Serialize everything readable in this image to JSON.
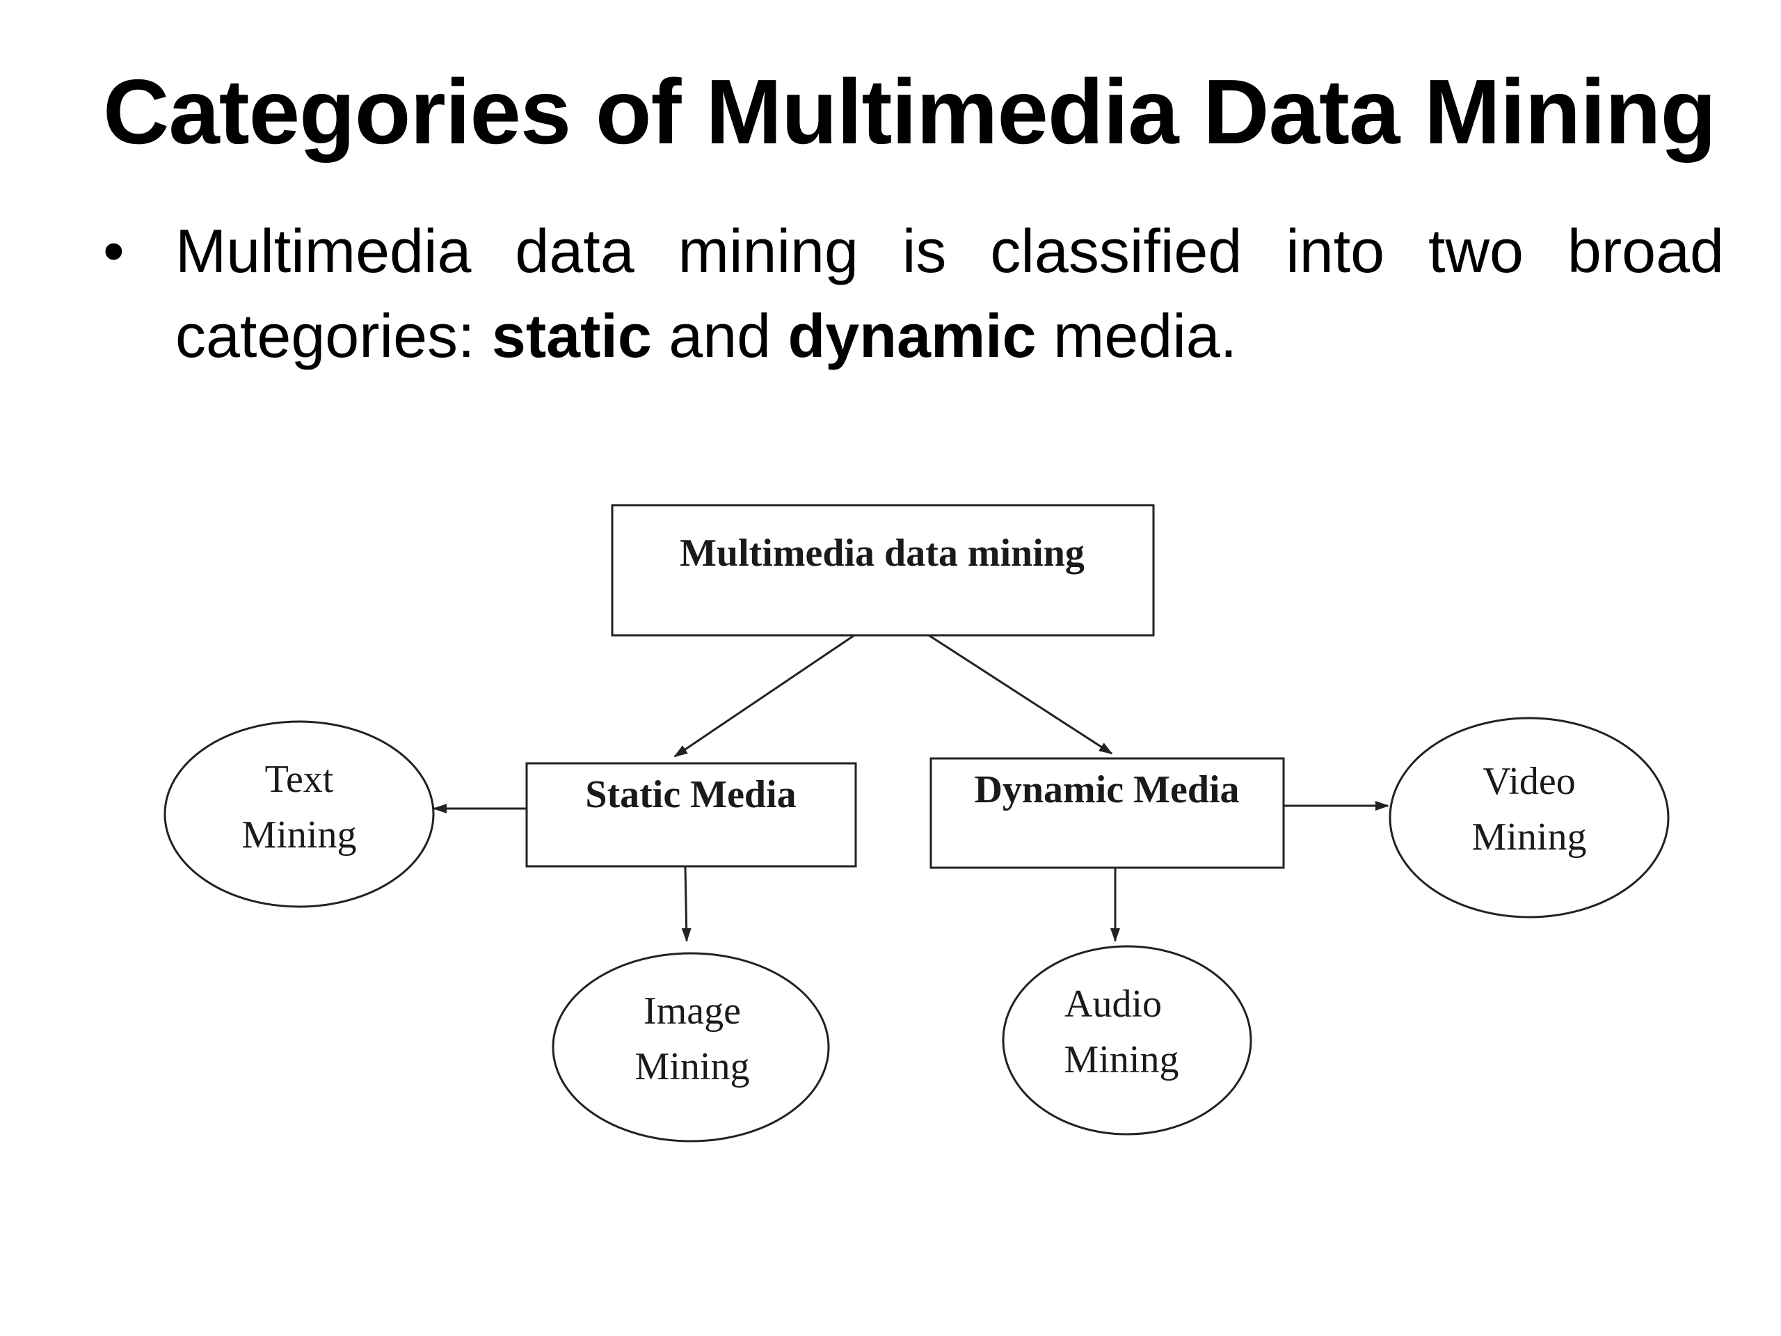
{
  "slide": {
    "title": "Categories of Multimedia Data Mining",
    "bullet": {
      "symbol": "•",
      "text_before": "Multimedia data mining is classified into two broad categories: ",
      "emphasis_1": "static",
      "text_middle": " and ",
      "emphasis_2": "dynamic",
      "text_after": " media."
    }
  },
  "diagram": {
    "nodes": {
      "root": {
        "label": "Multimedia data mining",
        "shape": "rectangle"
      },
      "static": {
        "label": "Static Media",
        "shape": "rectangle"
      },
      "dynamic": {
        "label": "Dynamic Media",
        "shape": "rectangle"
      },
      "text": {
        "line1": "Text",
        "line2": "Mining",
        "shape": "ellipse"
      },
      "image": {
        "line1": "Image",
        "line2": "Mining",
        "shape": "ellipse"
      },
      "audio": {
        "line1": "Audio",
        "line2": "Mining",
        "shape": "ellipse"
      },
      "video": {
        "line1": "Video",
        "line2": "Mining",
        "shape": "ellipse"
      }
    },
    "edges": [
      {
        "from": "root",
        "to": "static"
      },
      {
        "from": "root",
        "to": "dynamic"
      },
      {
        "from": "static",
        "to": "text"
      },
      {
        "from": "static",
        "to": "image"
      },
      {
        "from": "dynamic",
        "to": "video"
      },
      {
        "from": "dynamic",
        "to": "audio"
      }
    ],
    "colors": {
      "stroke": "#222222",
      "fill": "#ffffff",
      "text": "#1a1a1a"
    }
  }
}
